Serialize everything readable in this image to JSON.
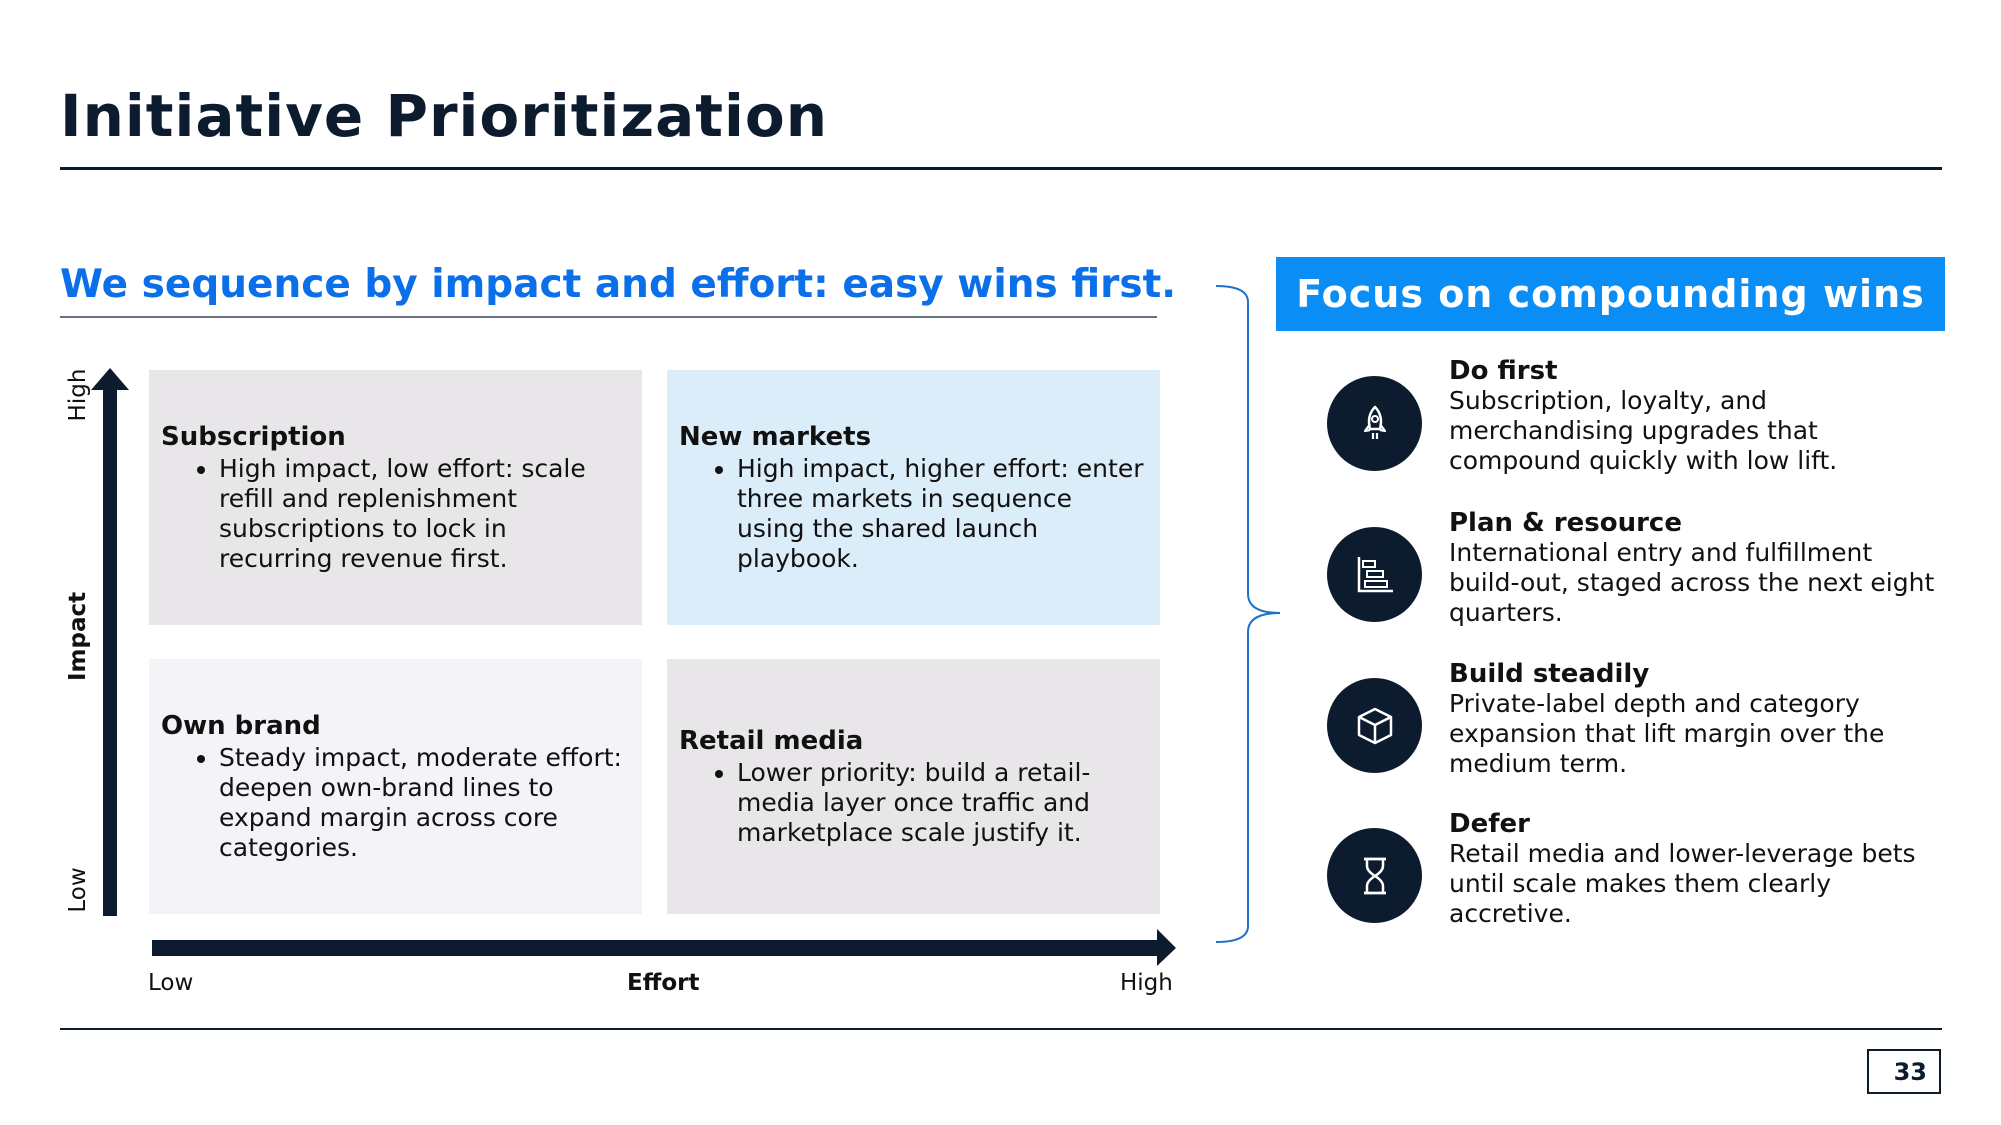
{
  "page": {
    "title": "Initiative Prioritization",
    "headline": "We sequence by impact and effort: easy wins first.",
    "page_number": "33"
  },
  "matrix": {
    "y_axis": {
      "label": "Impact",
      "low": "Low",
      "high": "High"
    },
    "x_axis": {
      "label": "Effort",
      "low": "Low",
      "high": "High"
    },
    "quadrants": [
      {
        "title": "Subscription",
        "bullet": "High impact, low effort: scale refill and replenishment subscriptions to lock in recurring revenue first.",
        "color": "#e8e6e9"
      },
      {
        "title": "New markets",
        "bullet": "High impact, higher effort: enter three markets in sequence using the shared launch playbook.",
        "color": "#dcedfa"
      },
      {
        "title": "Own brand",
        "bullet": "Steady impact, moderate effort: deepen own-brand lines to expand margin across core categories.",
        "color": "#f3f3f8"
      },
      {
        "title": "Retail media",
        "bullet": "Lower priority: build a retail-media layer once traffic and marketplace scale justify it.",
        "color": "#e8e6e9"
      }
    ]
  },
  "focus": {
    "banner": "Focus on compounding wins",
    "banner_color": "#0a8ef5",
    "items": [
      {
        "icon": "rocket-icon",
        "title": "Do first",
        "desc": "Subscription, loyalty, and merchandising upgrades that compound quickly with low lift."
      },
      {
        "icon": "gantt-chart-icon",
        "title": "Plan & resource",
        "desc": "International entry and fulfillment build-out, staged across the next eight quarters."
      },
      {
        "icon": "cube-icon",
        "title": "Build steadily",
        "desc": "Private-label depth and category expansion that lift margin over the medium term."
      },
      {
        "icon": "hourglass-icon",
        "title": "Defer",
        "desc": "Retail media and lower-leverage bets until scale makes them clearly accretive."
      }
    ]
  },
  "colors": {
    "navy": "#0c1b2e",
    "accent_blue": "#0a6fe8",
    "bracket": "#1a73c9"
  }
}
